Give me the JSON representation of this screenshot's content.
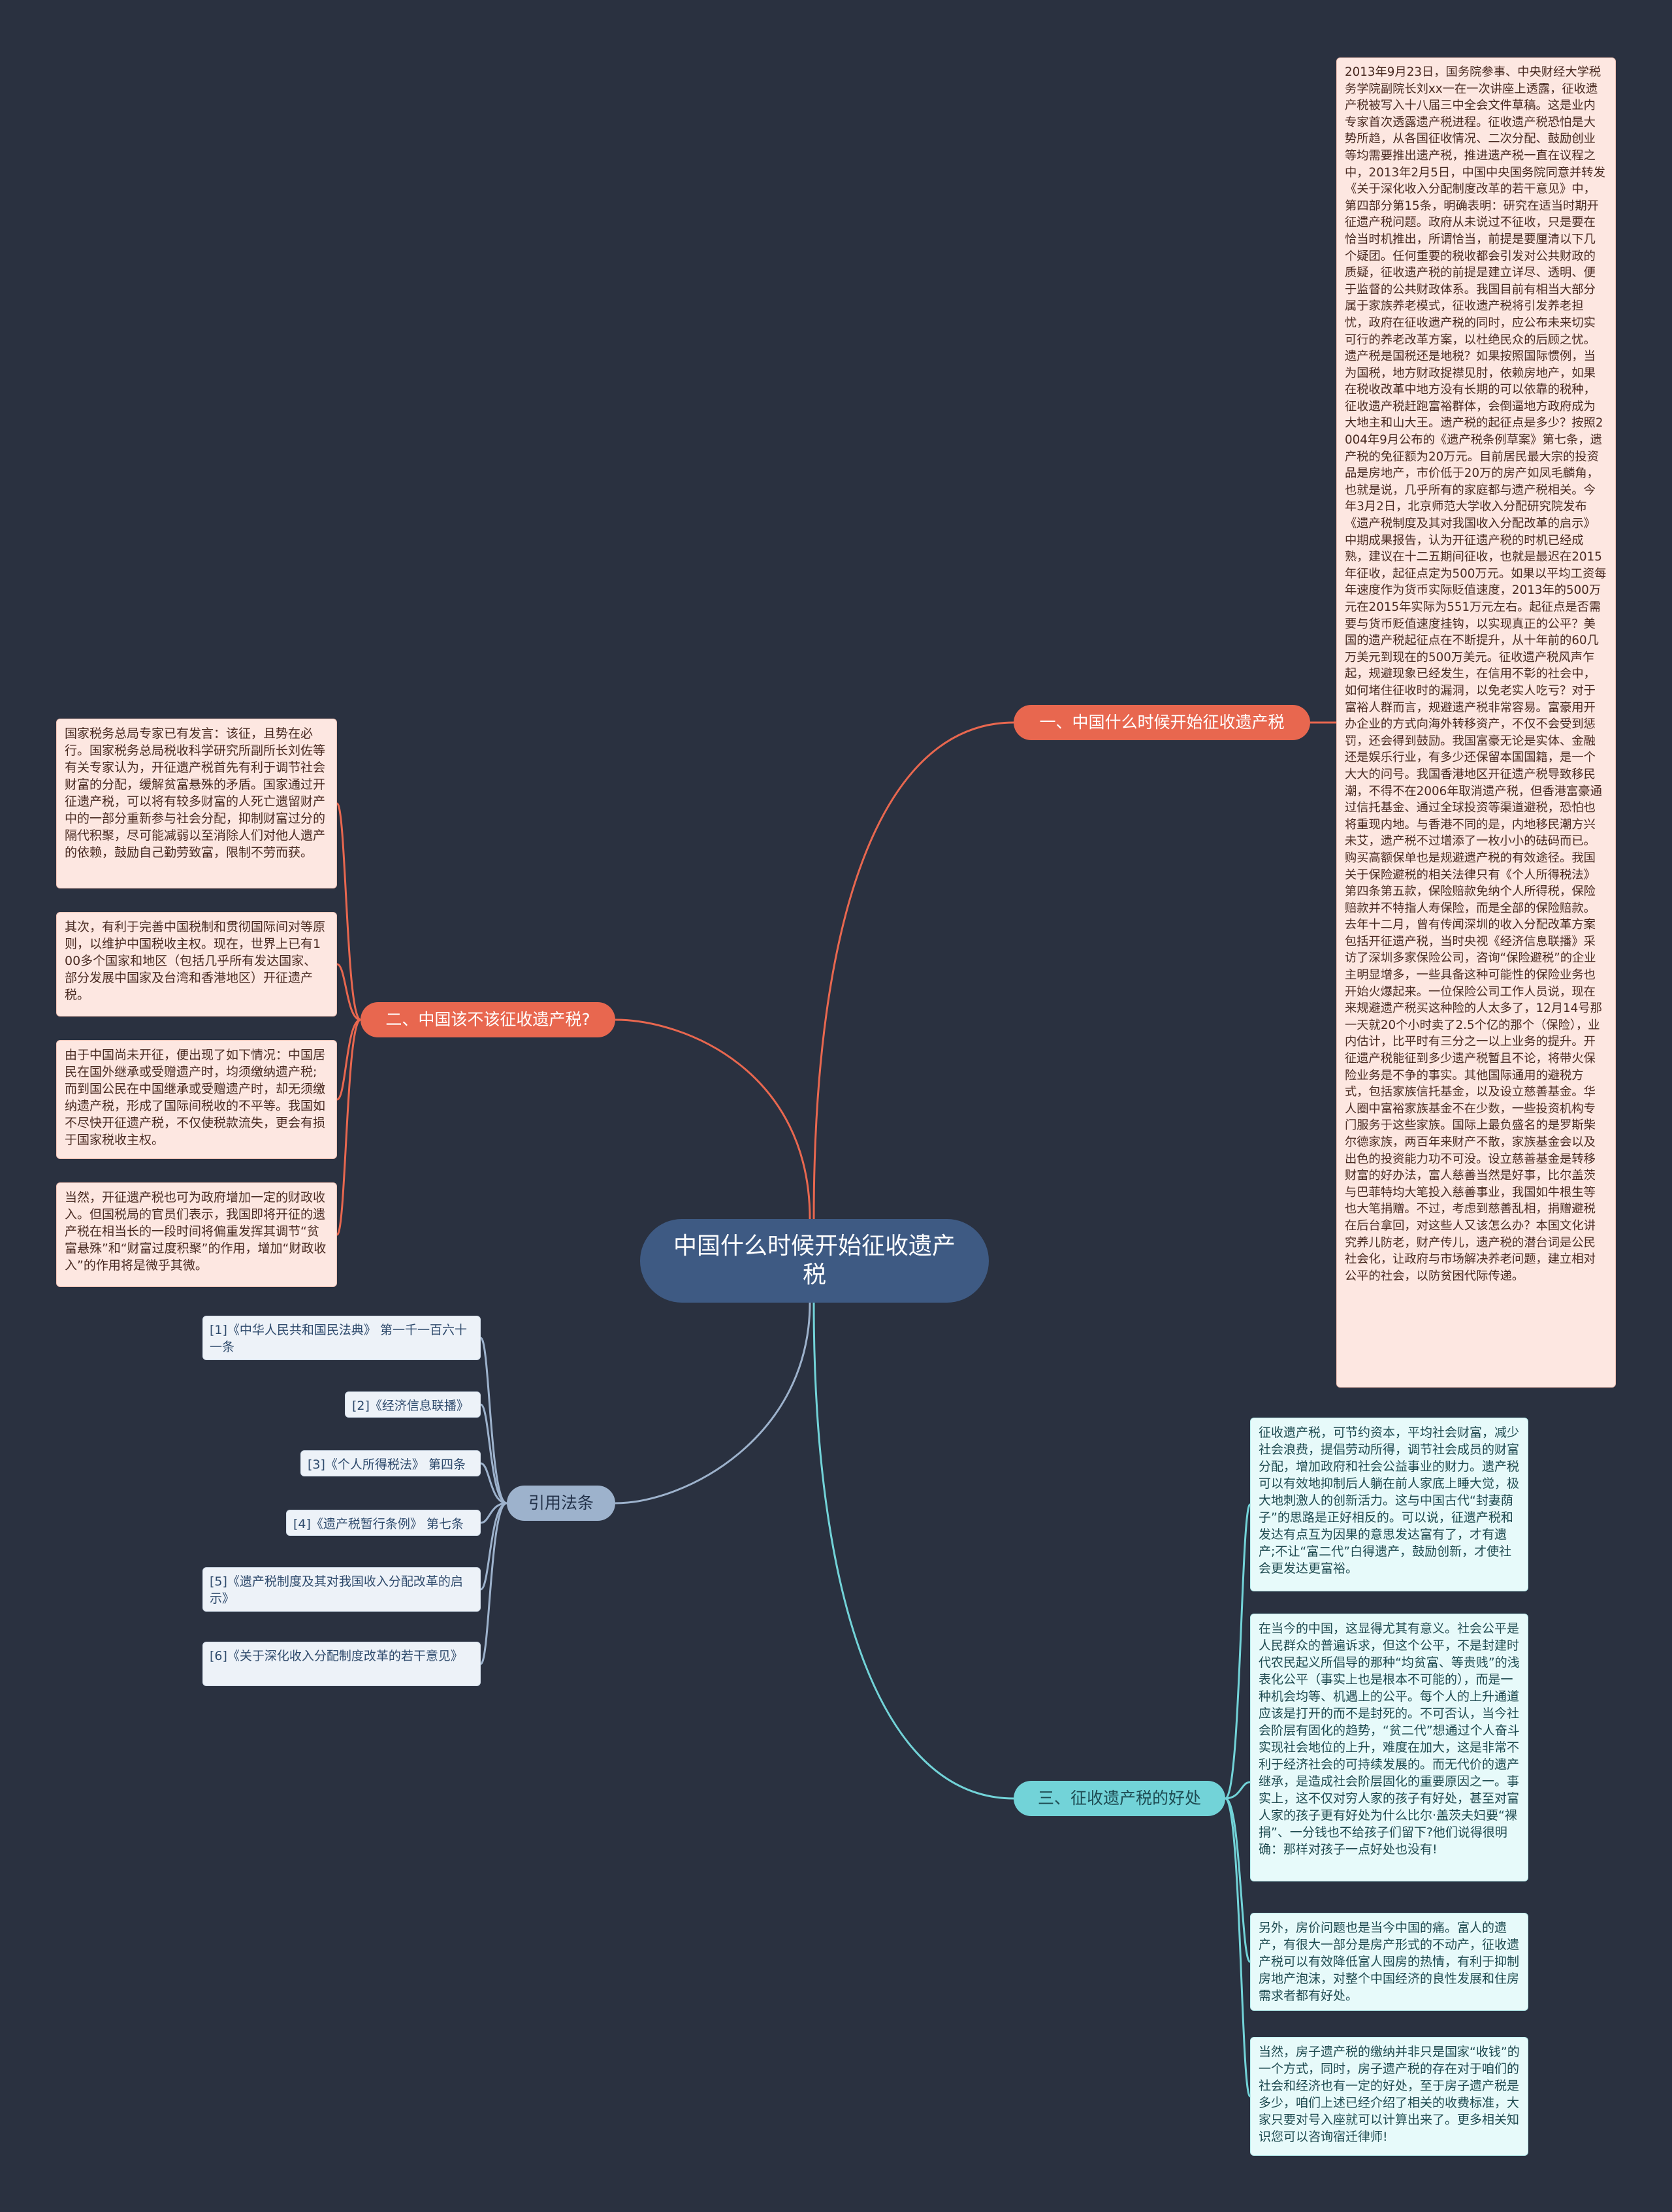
{
  "root": {
    "title": "中国什么时候开始征收遗产税"
  },
  "branches": {
    "b1": {
      "label": "一、中国什么时候开始征收遗产税"
    },
    "b2": {
      "label": "二、中国该不该征收遗产税?"
    },
    "b3": {
      "label": "三、征收遗产税的好处"
    },
    "b4": {
      "label": "引用法条"
    }
  },
  "b1_cards": [
    "2013年9月23日，国务院参事、中央财经大学税务学院副院长刘xx一在一次讲座上透露，征收遗产税被写入十八届三中全会文件草稿。这是业内专家首次透露遗产税进程。征收遗产税恐怕是大势所趋，从各国征收情况、二次分配、鼓励创业等均需要推出遗产税，推进遗产税一直在议程之中，2013年2月5日，中国中央国务院同意并转发《关于深化收入分配制度改革的若干意见》中，第四部分第15条，明确表明：研究在适当时期开征遗产税问题。政府从未说过不征收，只是要在恰当时机推出，所谓恰当，前提是要厘清以下几个疑团。任何重要的税收都会引发对公共财政的质疑，征收遗产税的前提是建立详尽、透明、便于监督的公共财政体系。我国目前有相当大部分属于家族养老模式，征收遗产税将引发养老担忧，政府在征收遗产税的同时，应公布未来切实可行的养老改革方案，以杜绝民众的后顾之忧。遗产税是国税还是地税？如果按照国际惯例，当为国税，地方财政捉襟见肘，依赖房地产，如果在税收改革中地方没有长期的可以依靠的税种，征收遗产税赶跑富裕群体，会倒逼地方政府成为大地主和山大王。遗产税的起征点是多少？按照2004年9月公布的《遗产税条例草案》第七条，遗产税的免征额为20万元。目前居民最大宗的投资品是房地产，市价低于20万的房产如凤毛麟角，也就是说，几乎所有的家庭都与遗产税相关。今年3月2日，北京师范大学收入分配研究院发布《遗产税制度及其对我国收入分配改革的启示》中期成果报告，认为开征遗产税的时机已经成熟，建议在十二五期间征收，也就是最迟在2015年征收，起征点定为500万元。如果以平均工资每年速度作为货币实际贬值速度，2013年的500万元在2015年实际为551万元左右。起征点是否需要与货币贬值速度挂钩，以实现真正的公平？美国的遗产税起征点在不断提升，从十年前的60几万美元到现在的500万美元。征收遗产税风声乍起，规避现象已经发生，在信用不彰的社会中，如何堵住征收时的漏洞，以免老实人吃亏？对于富裕人群而言，规避遗产税非常容易。富豪用开办企业的方式向海外转移资产，不仅不会受到惩罚，还会得到鼓励。我国富豪无论是实体、金融还是娱乐行业，有多少还保留本国国籍，是一个大大的问号。我国香港地区开征遗产税导致移民潮，不得不在2006年取消遗产税，但香港富豪通过信托基金、通过全球投资等渠道避税，恐怕也将重现内地。与香港不同的是，内地移民潮方兴未艾，遗产税不过增添了一枚小小的砝码而已。购买高额保单也是规避遗产税的有效途径。我国关于保险避税的相关法律只有《个人所得税法》第四条第五款，保险赔款免纳个人所得税，保险赔款并不特指人寿保险，而是全部的保险赔款。去年十二月，曾有传闻深圳的收入分配改革方案包括开征遗产税，当时央视《经济信息联播》采访了深圳多家保险公司，咨询“保险避税”的企业主明显增多，一些具备这种可能性的保险业务也开始火爆起来。一位保险公司工作人员说，现在来规避遗产税买这种险的人太多了，12月14号那一天就20个小时卖了2.5个亿的那个（保险），业内估计，比平时有三分之一以上业务的提升。开征遗产税能征到多少遗产税暂且不论，将带火保险业务是不争的事实。其他国际通用的避税方式，包括家族信托基金，以及设立慈善基金。华人圈中富裕家族基金不在少数，一些投资机构专门服务于这些家族。国际上最负盛名的是罗斯柴尔德家族，两百年来财产不散，家族基金会以及出色的投资能力功不可没。设立慈善基金是转移财富的好办法，富人慈善当然是好事，比尔盖茨与巴菲特均大笔投入慈善事业，我国如牛根生等也大笔捐赠。不过，考虑到慈善乱相，捐赠避税在后台拿回，对这些人又该怎么办？本国文化讲究养儿防老，财产传儿，遗产税的潜台词是公民社会化，让政府与市场解决养老问题，建立相对公平的社会，以防贫困代际传递。"
  ],
  "b2_cards": [
    "国家税务总局专家已有发言：该征，且势在必行。国家税务总局税收科学研究所副所长刘佐等有关专家认为，开征遗产税首先有利于调节社会财富的分配，缓解贫富悬殊的矛盾。国家通过开征遗产税，可以将有较多财富的人死亡遗留财产中的一部分重新参与社会分配，抑制财富过分的隔代积聚，尽可能减弱以至消除人们对他人遗产的依赖，鼓励自己勤劳致富，限制不劳而获。",
    "其次，有利于完善中国税制和贯彻国际间对等原则，以维护中国税收主权。现在，世界上已有100多个国家和地区（包括几乎所有发达国家、部分发展中国家及台湾和香港地区）开征遗产税。",
    "由于中国尚未开征，便出现了如下情况：中国居民在国外继承或受赠遗产时，均须缴纳遗产税;而到国公民在中国继承或受赠遗产时，却无须缴纳遗产税，形成了国际间税收的不平等。我国如不尽快开征遗产税，不仅使税款流失，更会有损于国家税收主权。",
    "当然，开征遗产税也可为政府增加一定的财政收入。但国税局的官员们表示，我国即将开征的遗产税在相当长的一段时间将偏重发挥其调节“贫富悬殊”和“财富过度积聚”的作用，增加“财政收入”的作用将是微乎其微。"
  ],
  "b3_cards": [
    "征收遗产税，可节约资本，平均社会财富，减少社会浪费，提倡劳动所得，调节社会成员的财富分配，增加政府和社会公益事业的财力。遗产税可以有效地抑制后人躺在前人家底上睡大觉，极大地刺激人的创新活力。这与中国古代“封妻荫子”的思路是正好相反的。可以说，征遗产税和发达有点互为因果的意思发达富有了，才有遗产;不让“富二代”白得遗产，鼓励创新，才使社会更发达更富裕。",
    "在当今的中国，这显得尤其有意义。社会公平是人民群众的普遍诉求，但这个公平，不是封建时代农民起义所倡导的那种“均贫富、等贵贱”的浅表化公平（事实上也是根本不可能的），而是一种机会均等、机遇上的公平。每个人的上升通道应该是打开的而不是封死的。不可否认，当今社会阶层有固化的趋势，“贫二代”想通过个人奋斗实现社会地位的上升，难度在加大，这是非常不利于经济社会的可持续发展的。而无代价的遗产继承，是造成社会阶层固化的重要原因之一。事实上，这不仅对穷人家的孩子有好处，甚至对富人家的孩子更有好处为什么比尔·盖茨夫妇要“裸捐”、一分钱也不给孩子们留下?他们说得很明确：那样对孩子一点好处也没有!",
    "另外，房价问题也是当今中国的痛。富人的遗产，有很大一部分是房产形式的不动产，征收遗产税可以有效降低富人囤房的热情，有利于抑制房地产泡沫，对整个中国经济的良性发展和住房需求者都有好处。",
    "当然，房子遗产税的缴纳并非只是国家“收钱”的一个方式，同时，房子遗产税的存在对于咱们的社会和经济也有一定的好处，至于房子遗产税是多少，咱们上述已经介绍了相关的收费标准，大家只要对号入座就可以计算出来了。更多相关知识您可以咨询宿迁律师!"
  ],
  "b4_cards": [
    "[1]《中华人民共和国民法典》 第一千一百六十一条",
    "[2]《经济信息联播》",
    "[3]《个人所得税法》 第四条",
    "[4]《遗产税暂行条例》 第七条",
    "[5]《遗产税制度及其对我国收入分配改革的启示》",
    "[6]《关于深化收入分配制度改革的若干意见》"
  ],
  "colors": {
    "background": "#2a3140",
    "root": "#3e5a83",
    "branch_red": "#e8674f",
    "branch_cyan": "#72d3d8",
    "branch_blue": "#9db2cc",
    "link_red": "#e8674f",
    "link_cyan": "#72d3d8",
    "link_blue": "#9db2cc"
  }
}
